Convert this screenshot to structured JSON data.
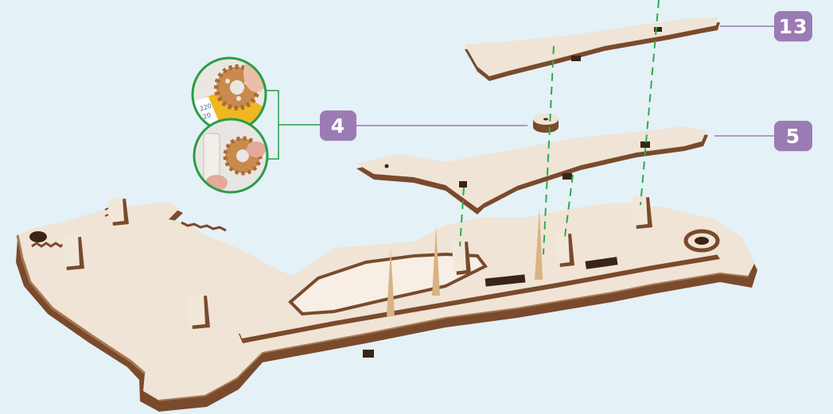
{
  "steps": {
    "step_13": "13",
    "step_4": "4",
    "step_5": "5"
  },
  "detail": {
    "ruler_mark_a": "220",
    "ruler_mark_b": "20"
  },
  "colors": {
    "background": "#e4f1f7",
    "badge": "#9b7bb3",
    "wood_face": "#efe4d6",
    "wood_edge": "#7a4a2c",
    "guide_line": "#2eaa4f",
    "detail_ring": "#2a9d45"
  }
}
